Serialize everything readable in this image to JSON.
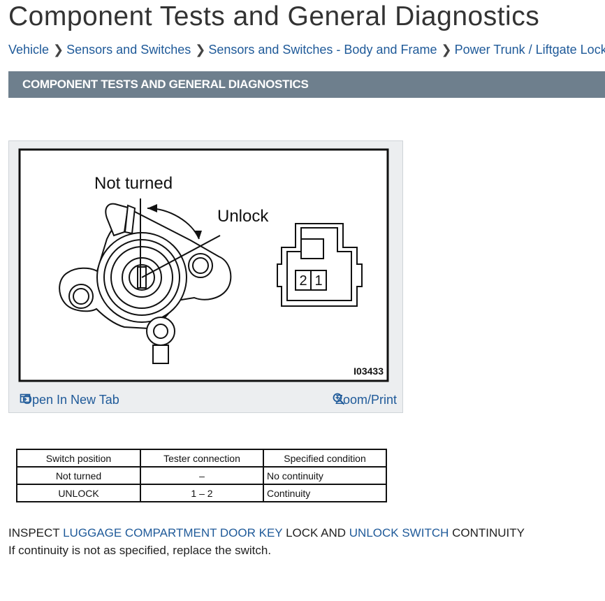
{
  "page": {
    "title": "Component Tests and General Diagnostics"
  },
  "breadcrumb": {
    "items": [
      "Vehicle",
      "Sensors and Switches",
      "Sensors and Switches - Body and Frame",
      "Power Trunk / Liftgate Lock Sw"
    ]
  },
  "banner": {
    "label": "COMPONENT TESTS AND GENERAL DIAGNOSTICS"
  },
  "figure": {
    "label_not_turned": "Not turned",
    "label_unlock": "Unlock",
    "connector_pin_2": "2",
    "connector_pin_1": "1",
    "figure_code": "I03433",
    "open_new_tab": "Open In New Tab",
    "zoom_print": "Zoom/Print",
    "icons": [
      "open-new-tab-icon",
      "zoom-icon"
    ]
  },
  "table": {
    "headers": [
      "Switch position",
      "Tester connection",
      "Specified condition"
    ],
    "rows": [
      [
        "Not turned",
        "–",
        "No continuity"
      ],
      [
        "UNLOCK",
        "1 – 2",
        "Continuity"
      ]
    ]
  },
  "instructions": {
    "prefix": "INSPECT ",
    "link1": "LUGGAGE COMPARTMENT DOOR KEY",
    "middle": " LOCK AND ",
    "link2": "UNLOCK SWITCH",
    "suffix": " CONTINUITY",
    "note": "If continuity is not as specified, replace the switch."
  },
  "colors": {
    "link": "#1f5a99",
    "banner": "#6e7f8d",
    "figure_bg": "#eceef0"
  }
}
